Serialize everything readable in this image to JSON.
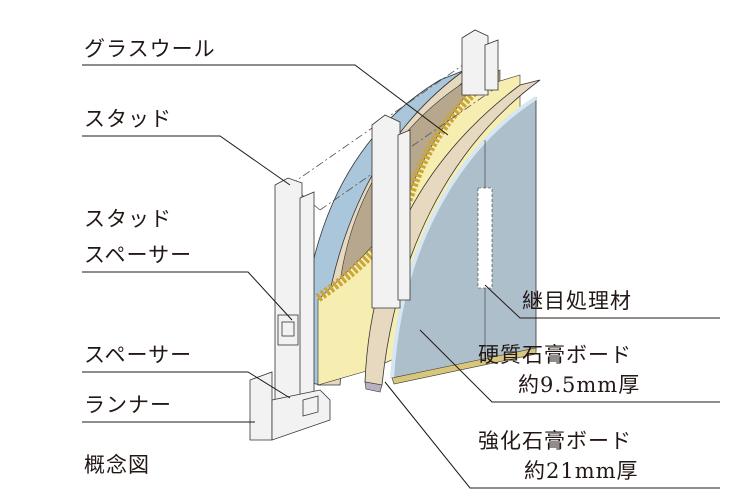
{
  "left_labels": {
    "glass_wool": "グラスウール",
    "stud": "スタッド",
    "stud_spacer_1": "スタッド",
    "stud_spacer_2": "スペーサー",
    "spacer": "スペーサー",
    "runner": "ランナー",
    "concept": "概念図"
  },
  "right_labels": {
    "joint": "継目処理材",
    "hard_board": "硬質石膏ボード",
    "hard_board_thickness": "約9.5mm厚",
    "reinforced_board": "強化石膏ボード",
    "reinforced_board_thickness": "約21mm厚"
  },
  "colors": {
    "front_board": "#aebfcc",
    "back_board": "#e7d9c0",
    "insulation": "#f6eeb0",
    "cavity": "#b7a78c",
    "stud": "#f2f2f2",
    "line": "#231815"
  }
}
